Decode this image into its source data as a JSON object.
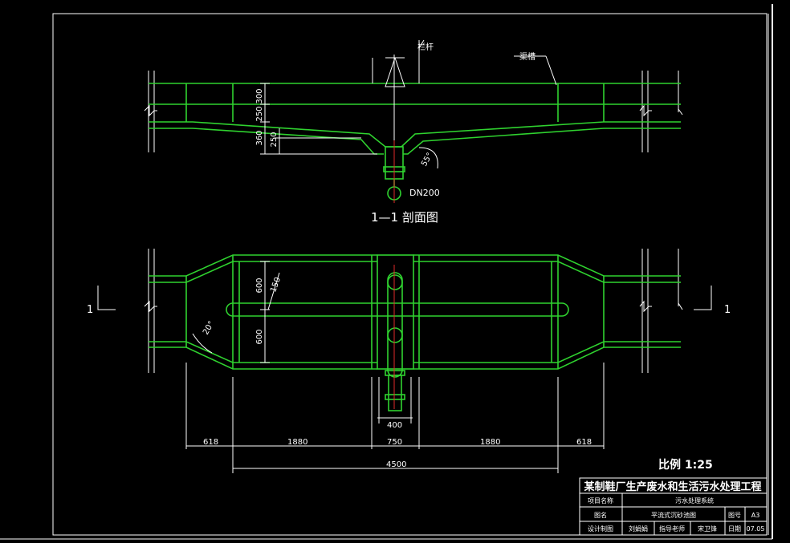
{
  "labels": {
    "railing": "栏杆",
    "channel": "渠槽",
    "section_title": "1—1  剖面图",
    "pipe": "DN200",
    "section_mark": "1",
    "scale": "比例   1:25",
    "slope_top": "55°",
    "slope_bottom": "20°"
  },
  "dims_section": {
    "d300": "300",
    "d250a": "250",
    "d360": "360",
    "d250b": "250"
  },
  "dims_plan": {
    "d600a": "600",
    "d150": "150",
    "d600b": "600",
    "d400": "400"
  },
  "dims_bottom": {
    "d618a": "618",
    "d1880a": "1880",
    "d750": "750",
    "d1880b": "1880",
    "d618b": "618",
    "d4500": "4500"
  },
  "title_block": {
    "project_name": "某制鞋厂生产废水和生活污水处理工程",
    "row1_label": "项目名称",
    "row1_value": "污水处理系统",
    "row2_label": "图名",
    "row2_value": "平流式沉砂池图",
    "row2_no_label": "图号",
    "row2_no_value": "A3",
    "row3_c1": "设计制图",
    "row3_c2": "刘娟娟",
    "row3_c3": "指导老师",
    "row3_c4": "宋卫锋",
    "row3_c5": "日期",
    "row3_c6": "07.05"
  },
  "colors": {
    "background": "#000000",
    "frame": "#ffffff",
    "structure": "#2fd22f",
    "centerline": "#e02a2a"
  }
}
